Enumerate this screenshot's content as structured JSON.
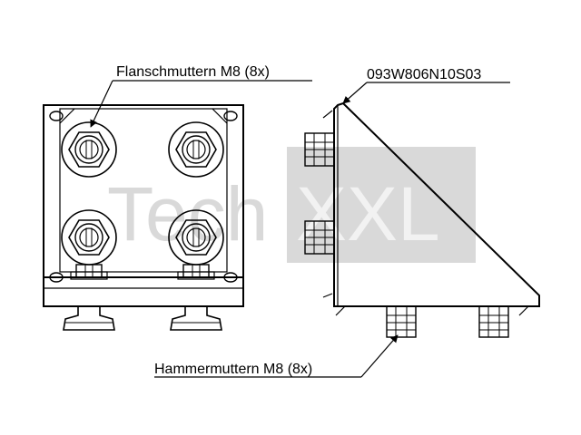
{
  "labels": {
    "flange_nuts": "Flanschmuttern M8 (8x)",
    "part_number": "093W806N10S03",
    "hammer_nuts": "Hammermuttern M8 (8x)"
  },
  "watermark": {
    "part1": "Tech",
    "part2": "XXL"
  },
  "colors": {
    "line": "#000000",
    "watermark_text": "#d9d9d9",
    "watermark_box": "#d9d9d9"
  }
}
